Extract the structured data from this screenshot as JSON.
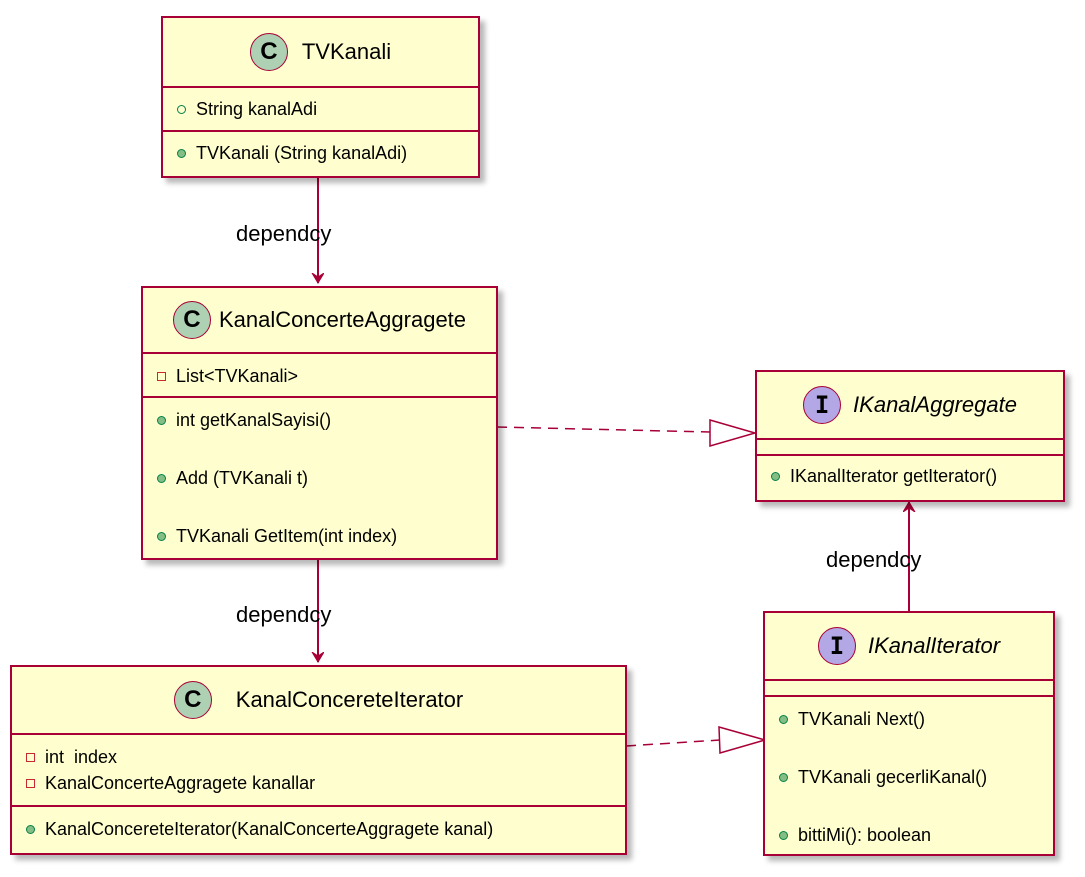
{
  "classes": {
    "tvkanali": {
      "stereotype": "C",
      "name": "TVKanali",
      "fields": [
        "String kanalAdi"
      ],
      "methods": [
        "TVKanali (String kanalAdi)"
      ]
    },
    "aggregate": {
      "stereotype": "C",
      "name": "KanalConcerteAggragete",
      "fields": [
        "List<TVKanali>"
      ],
      "methods": [
        "int getKanalSayisi()",
        "Add (TVKanali t)",
        "TVKanali GetItem(int index)"
      ]
    },
    "iterator": {
      "stereotype": "C",
      "name": "KanalConcereteIterator",
      "fields": [
        "int  index",
        "KanalConcerteAggragete kanallar"
      ],
      "methods": [
        "KanalConcereteIterator(KanalConcerteAggragete kanal)"
      ]
    },
    "ikanalaggregate": {
      "stereotype": "I",
      "name": "IKanalAggregate",
      "fields": [],
      "methods": [
        "IKanalIterator getIterator()"
      ]
    },
    "ikanaliterator": {
      "stereotype": "I",
      "name": "IKanalIterator",
      "fields": [],
      "methods": [
        "TVKanali Next()",
        "TVKanali gecerliKanal()",
        "bittiMi(): boolean"
      ]
    }
  },
  "relations": {
    "tv_to_agg": "dependcy",
    "agg_to_iter": "dependcy",
    "iiter_to_iagg": "dependcy"
  },
  "colors": {
    "border": "#A80036",
    "fill": "#FEFECE",
    "class_circle": "#ADD1B2",
    "interface_circle": "#B4A7E5"
  }
}
